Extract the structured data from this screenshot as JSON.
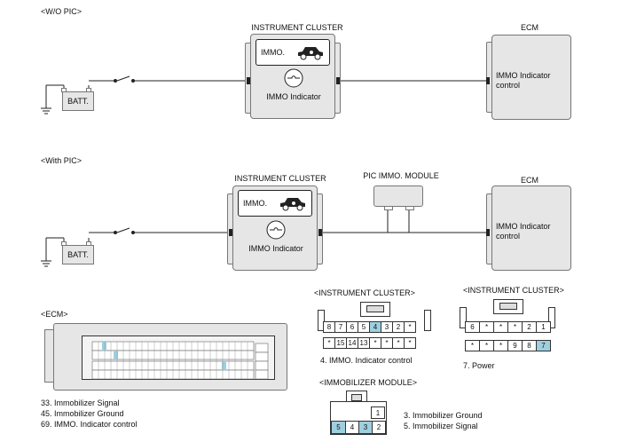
{
  "top": {
    "section_label": "<W/O PIC>",
    "cluster_title": "INSTRUMENT CLUSTER",
    "immo_label": "IMMO.",
    "indicator_label": "IMMO Indicator",
    "ecm_title": "ECM",
    "ecm_text_1": "IMMO Indicator",
    "ecm_text_2": "control",
    "batt_label": "BATT."
  },
  "bottom": {
    "section_label": "<With PIC>",
    "cluster_title": "INSTRUMENT CLUSTER",
    "immo_label": "IMMO.",
    "indicator_label": "IMMO Indicator",
    "pic_title": "PIC IMMO. MODULE",
    "ecm_title": "ECM",
    "ecm_text_1": "IMMO Indicator",
    "ecm_text_2": "control",
    "batt_label": "BATT."
  },
  "ecm_connector": {
    "label": "<ECM>",
    "notes": [
      "33. Immobilizer Signal",
      "45. Immobilizer Ground",
      "69. IMMO. Indicator control"
    ]
  },
  "cluster_connector_1": {
    "label": "<INSTRUMENT CLUSTER>",
    "row1": [
      "8",
      "7",
      "6",
      "5",
      "4",
      "3",
      "2",
      "*"
    ],
    "row2": [
      "*",
      "15",
      "14",
      "13",
      "*",
      "*",
      "*",
      "*"
    ],
    "note": "4. IMMO. Indicator control"
  },
  "cluster_connector_2": {
    "label": "<INSTRUMENT CLUSTER>",
    "row1": [
      "6",
      "*",
      "*",
      "*",
      "2",
      "1"
    ],
    "row2": [
      "*",
      "*",
      "*",
      "9",
      "8",
      "7"
    ],
    "note": "7. Power"
  },
  "immobilizer_module": {
    "label": "<IMMOBILIZER MODULE>",
    "top_pin": "1",
    "bottom_pins": [
      "5",
      "4",
      "3",
      "2"
    ],
    "notes": [
      "3. Immobilizer Ground",
      "5. Immobilizer Signal"
    ]
  }
}
